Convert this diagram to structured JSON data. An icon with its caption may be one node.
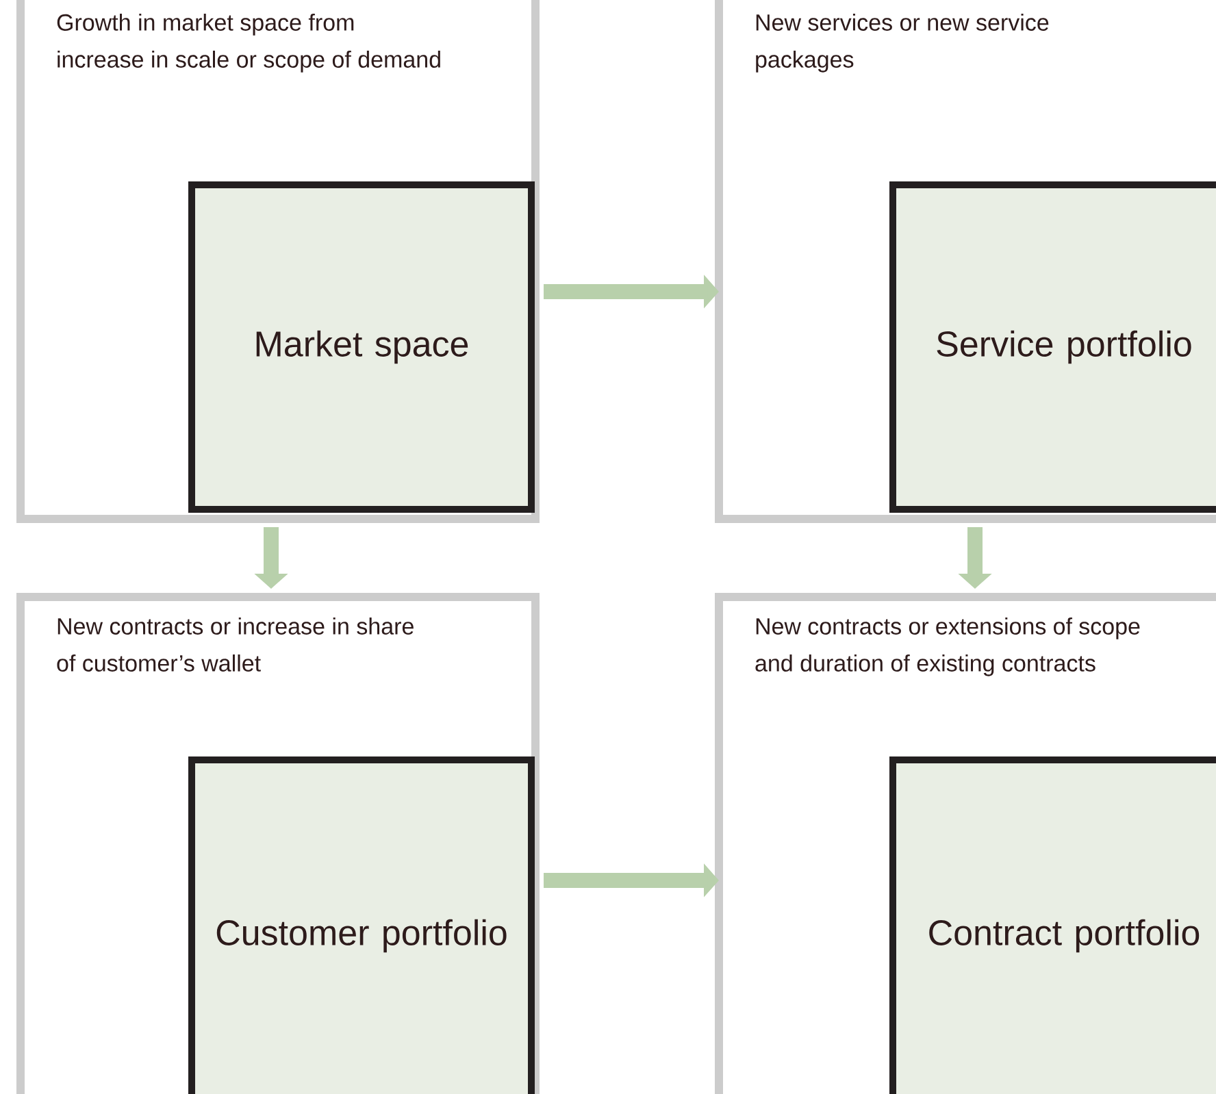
{
  "diagram": {
    "nodes": [
      {
        "text": [
          "Growth in market space from increase in scale or scope of demand"
        ]
      },
      {
        "text": [
          "Market space"
        ],
        "in": 0
      },
      {
        "text": [
          "New services or new service packages"
        ]
      },
      {
        "text": [
          "Service portfolio"
        ],
        "in": 2
      },
      {
        "text": [
          "New contracts or increase in share of customer’s wallet"
        ]
      },
      {
        "text": [
          "Customer portfolio"
        ],
        "in": 4
      },
      {
        "text": [
          "New contracts or extensions of scope and duration of existing contracts"
        ]
      },
      {
        "text": [
          "Contract portfolio"
        ],
        "in": 6
      }
    ],
    "edges": [
      {
        "from": 0,
        "to": 2,
        "arrow": "to"
      },
      {
        "from": 0,
        "to": 4,
        "arrow": "to"
      },
      {
        "from": 2,
        "to": 6,
        "arrow": "to"
      },
      {
        "from": 4,
        "to": 6,
        "arrow": "to"
      }
    ]
  }
}
